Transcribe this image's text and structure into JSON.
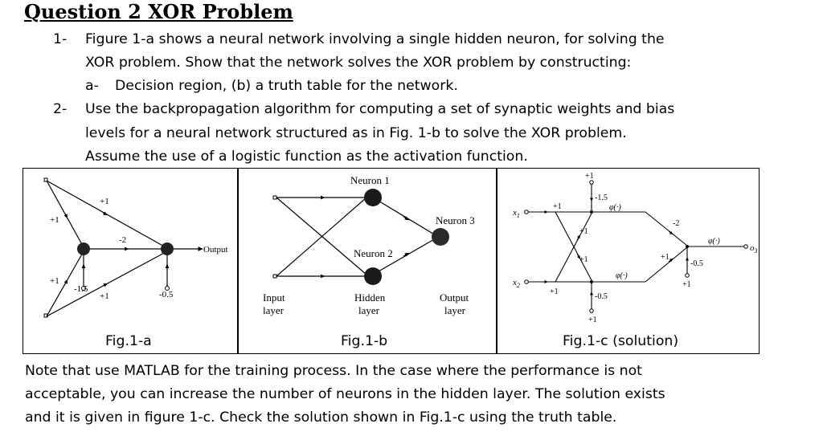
{
  "title": "Question 2 XOR Problem",
  "questions": [
    {
      "number": "1-",
      "lines": [
        "Figure 1-a shows a neural network involving a single hidden neuron, for solving the",
        "XOR problem. Show that the network solves the XOR problem by constructing:"
      ],
      "sub_number": "a-",
      "sub_text": "Decision region, (b) a truth table for the network."
    },
    {
      "number": "2-",
      "lines": [
        "Use the backpropagation algorithm for computing a set of synaptic weights and bias",
        "levels for a neural network structured as in Fig. 1-b to solve the XOR problem.",
        "Assume the use of a logistic function as the activation function."
      ]
    }
  ],
  "figures": {
    "fig_a": {
      "caption": "Fig.1-a",
      "output_label": "Output",
      "w_top_to_out": "+1",
      "w_top_to_hidden": "+1",
      "w_hidden_to_out": "-2",
      "w_bottom_to_hidden": "+1",
      "hidden_bias": "-1.5",
      "w_bottom_to_out": "+1",
      "output_bias": "-0.5"
    },
    "fig_b": {
      "caption": "Fig.1-b",
      "neuron1": "Neuron 1",
      "neuron2": "Neuron 2",
      "neuron3": "Neuron 3",
      "input_layer": [
        "Input",
        "layer"
      ],
      "hidden_layer": [
        "Hidden",
        "layer"
      ],
      "output_layer": [
        "Output",
        "layer"
      ]
    },
    "fig_c": {
      "caption": "Fig.1-c (solution)",
      "x1": "x",
      "x1_sub": "1",
      "x2": "x",
      "x2_sub": "2",
      "o": "o",
      "o_sub": "3",
      "phi": "φ(·)",
      "bias_top_input": "+1",
      "bias_top_weight": "-1.5",
      "w_x1_top": "+1",
      "w_x2_top": "+1",
      "w_x1_bottom": "+1",
      "w_x2_bottom": "+1",
      "w_top_out": "-2",
      "w_bottom_out": "+1",
      "out_bias_weight": "-0.5",
      "out_bias_input": "+1",
      "bottom_bias_weight": "-0.5",
      "bottom_bias_input": "+1"
    }
  },
  "note_lines": [
    "Note that use MATLAB for the training process. In the case where the performance is not",
    "acceptable, you can increase the number of neurons in the hidden layer. The solution exists",
    "and it is given in figure 1-c.  Check the solution shown in Fig.1-c using the truth table."
  ]
}
